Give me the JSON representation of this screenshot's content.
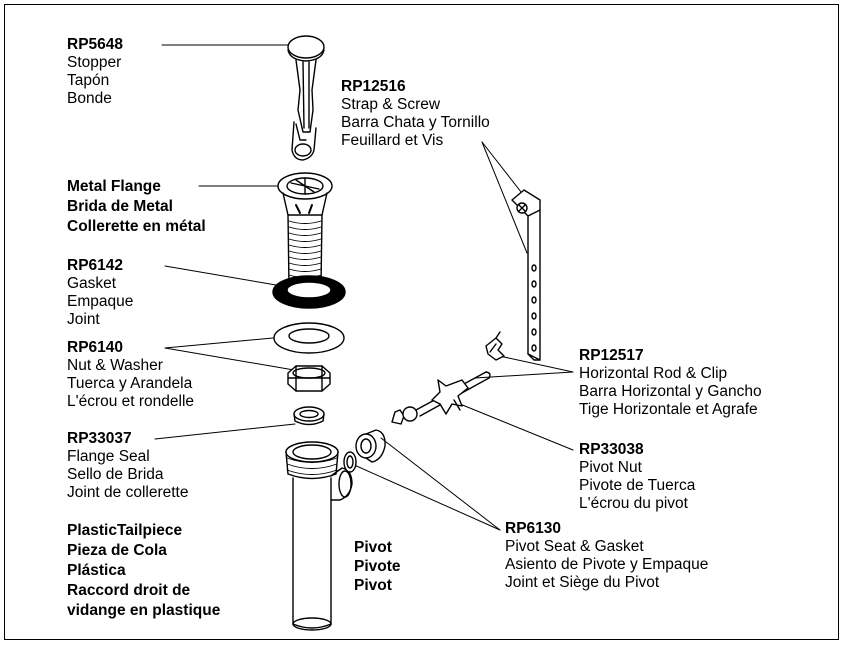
{
  "parts": {
    "stopper": {
      "code": "RP5648",
      "lines": [
        "Stopper",
        "Tapón",
        "Bonde"
      ]
    },
    "strap": {
      "code": "RP12516",
      "lines": [
        "Strap & Screw",
        "Barra Chata y Tornillo",
        "Feuillard et Vis"
      ]
    },
    "flange": {
      "lines": [
        "Metal Flange",
        "Brida de Metal",
        "Collerette en métal"
      ]
    },
    "gasket": {
      "code": "RP6142",
      "lines": [
        "Gasket",
        "Empaque",
        "Joint"
      ]
    },
    "nut_washer": {
      "code": "RP6140",
      "lines": [
        "Nut & Washer",
        "Tuerca y Arandela",
        "L'écrou et rondelle"
      ]
    },
    "rod_clip": {
      "code": "RP12517",
      "lines": [
        "Horizontal Rod & Clip",
        "Barra Horizontal y Gancho",
        "Tige Horizontale et Agrafe"
      ]
    },
    "flange_seal": {
      "code": "RP33037",
      "lines": [
        "Flange Seal",
        "Sello de Brida",
        "Joint de collerette"
      ]
    },
    "pivot_nut": {
      "code": "RP33038",
      "lines": [
        "Pivot Nut",
        "Pivote de Tuerca",
        "L'écrou du pivot"
      ]
    },
    "tailpiece": {
      "lines": [
        "PlasticTailpiece",
        "Pieza de Cola",
        "Plástica",
        "Raccord droit de",
        "vidange en plastique"
      ]
    },
    "pivot": {
      "lines": [
        "Pivot",
        "Pivote",
        "Pivot"
      ]
    },
    "pivot_seat": {
      "code": "RP6130",
      "lines": [
        "Pivot Seat & Gasket",
        "Asiento de Pivote y Empaque",
        "Joint et Siège du Pivot"
      ]
    }
  }
}
